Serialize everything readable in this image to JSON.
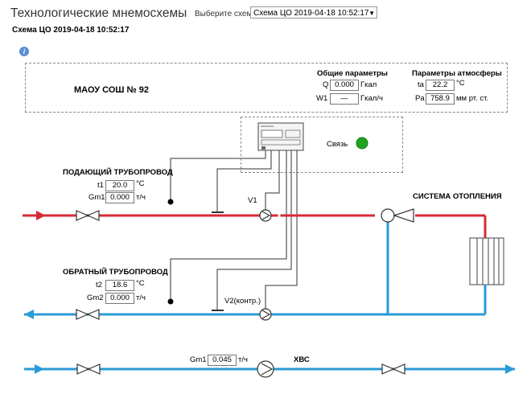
{
  "header": {
    "title": "Технологические мнемосхемы",
    "select_label": "Выберите схему:",
    "select_value": "Схема ЦО 2019-04-18 10:52:17",
    "subtitle": "Схема ЦО 2019-04-18 10:52:17"
  },
  "params": {
    "school": "МАОУ СОШ № 92",
    "general_title": "Общие параметры",
    "atmo_title": "Параметры атмосферы",
    "q_label": "Q",
    "q_value": "0.000",
    "q_unit": "Гкал",
    "w1_label": "W1",
    "w1_value": "—",
    "w1_unit": "Гкал/ч",
    "ta_label": "ta",
    "ta_value": "22.2",
    "ta_unit": "°С",
    "pa_label": "Pa",
    "pa_value": "758.9",
    "pa_unit": "мм рт. ст."
  },
  "device": {
    "link_label": "Связь",
    "status_color": "#1ea31e"
  },
  "supply": {
    "title": "ПОДАЮЩИЙ ТРУБОПРОВОД",
    "t1_label": "t1",
    "t1_value": "20.0",
    "t1_unit": "°С",
    "gm1_label": "Gm1",
    "gm1_value": "0.000",
    "gm1_unit": "т/ч",
    "meter_label": "V1"
  },
  "return": {
    "title": "ОБРАТНЫЙ ТРУБОПРОВОД",
    "t2_label": "t2",
    "t2_value": "18.6",
    "t2_unit": "°С",
    "gm2_label": "Gm2",
    "gm2_value": "0.000",
    "gm2_unit": "т/ч",
    "meter_label": "V2(контр.)"
  },
  "heating": {
    "title": "СИСТЕМА ОТОПЛЕНИЯ"
  },
  "hws": {
    "gm1_label": "Gm1",
    "gm1_value": "0.045",
    "gm1_unit": "т/ч",
    "title": "ХВС"
  },
  "colors": {
    "supply": "#d62b35",
    "return": "#2a9bd6",
    "wire": "#333333"
  }
}
